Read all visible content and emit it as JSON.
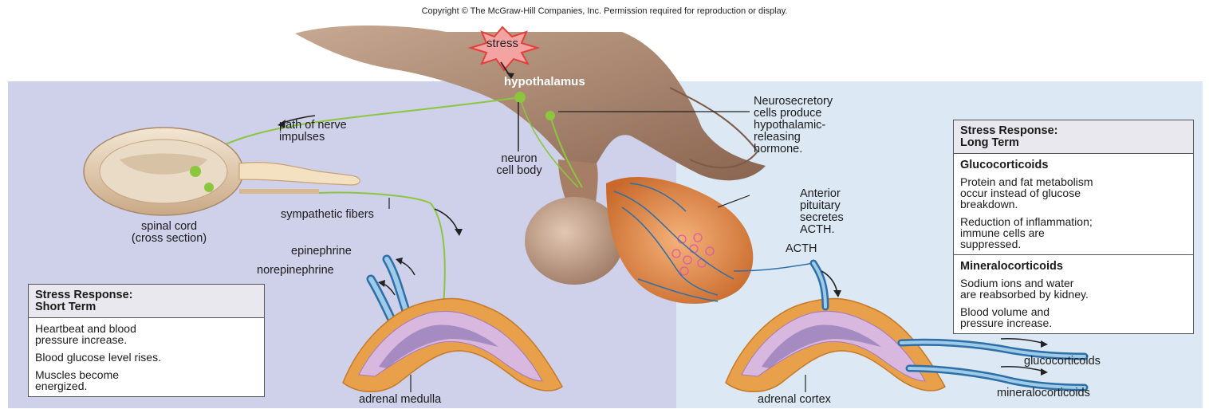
{
  "copyright": "Copyright © The McGraw-Hill Companies, Inc. Permission required for reproduction or display.",
  "labels": {
    "stress": "stress",
    "hypothalamus": "hypothalamus",
    "path_of_nerve_impulses": "path of nerve\nimpulses",
    "neuron_cell_body": "neuron\ncell body",
    "neurosecretory": "Neurosecretory\ncells produce\nhypothalamic-\nreleasing\nhormone.",
    "spinal_cord": "spinal cord\n(cross section)",
    "sympathetic_fibers": "sympathetic fibers",
    "epinephrine": "epinephrine",
    "norepinephrine": "norepinephrine",
    "adrenal_medulla": "adrenal medulla",
    "anterior_pituitary": "Anterior\npituitary\nsecretes\nACTH.",
    "acth": "ACTH",
    "adrenal_cortex": "adrenal cortex",
    "glucocorticoids_out": "glucocorticoids",
    "mineralocorticoids_out": "mineralocorticoids"
  },
  "short_term_box": {
    "title": "Stress Response:\nShort Term",
    "items": [
      "Heartbeat and blood\npressure increase.",
      "Blood glucose level rises.",
      "Muscles become\nenergized."
    ]
  },
  "long_term_box": {
    "title": "Stress Response:\nLong Term",
    "glucocorticoids": {
      "title": "Glucocorticoids",
      "items": [
        "Protein and fat metabolism\noccur instead of glucose\nbreakdown.",
        "Reduction of inflammation;\nimmune cells are\nsuppressed."
      ]
    },
    "mineralocorticoids": {
      "title": "Mineralocorticoids",
      "items": [
        "Sodium ions and water\nare reabsorbed by kidney.",
        "Blood volume and\npressure increase."
      ]
    }
  },
  "colors": {
    "left_panel": "#cfd0ea",
    "right_panel": "#dce9f4",
    "brain": "#9a7660",
    "nerve": "#8cc63f",
    "vessel": "#2e6fa8",
    "adrenal_cortex": "#e8a04a",
    "adrenal_medulla": "#b89ac8"
  }
}
